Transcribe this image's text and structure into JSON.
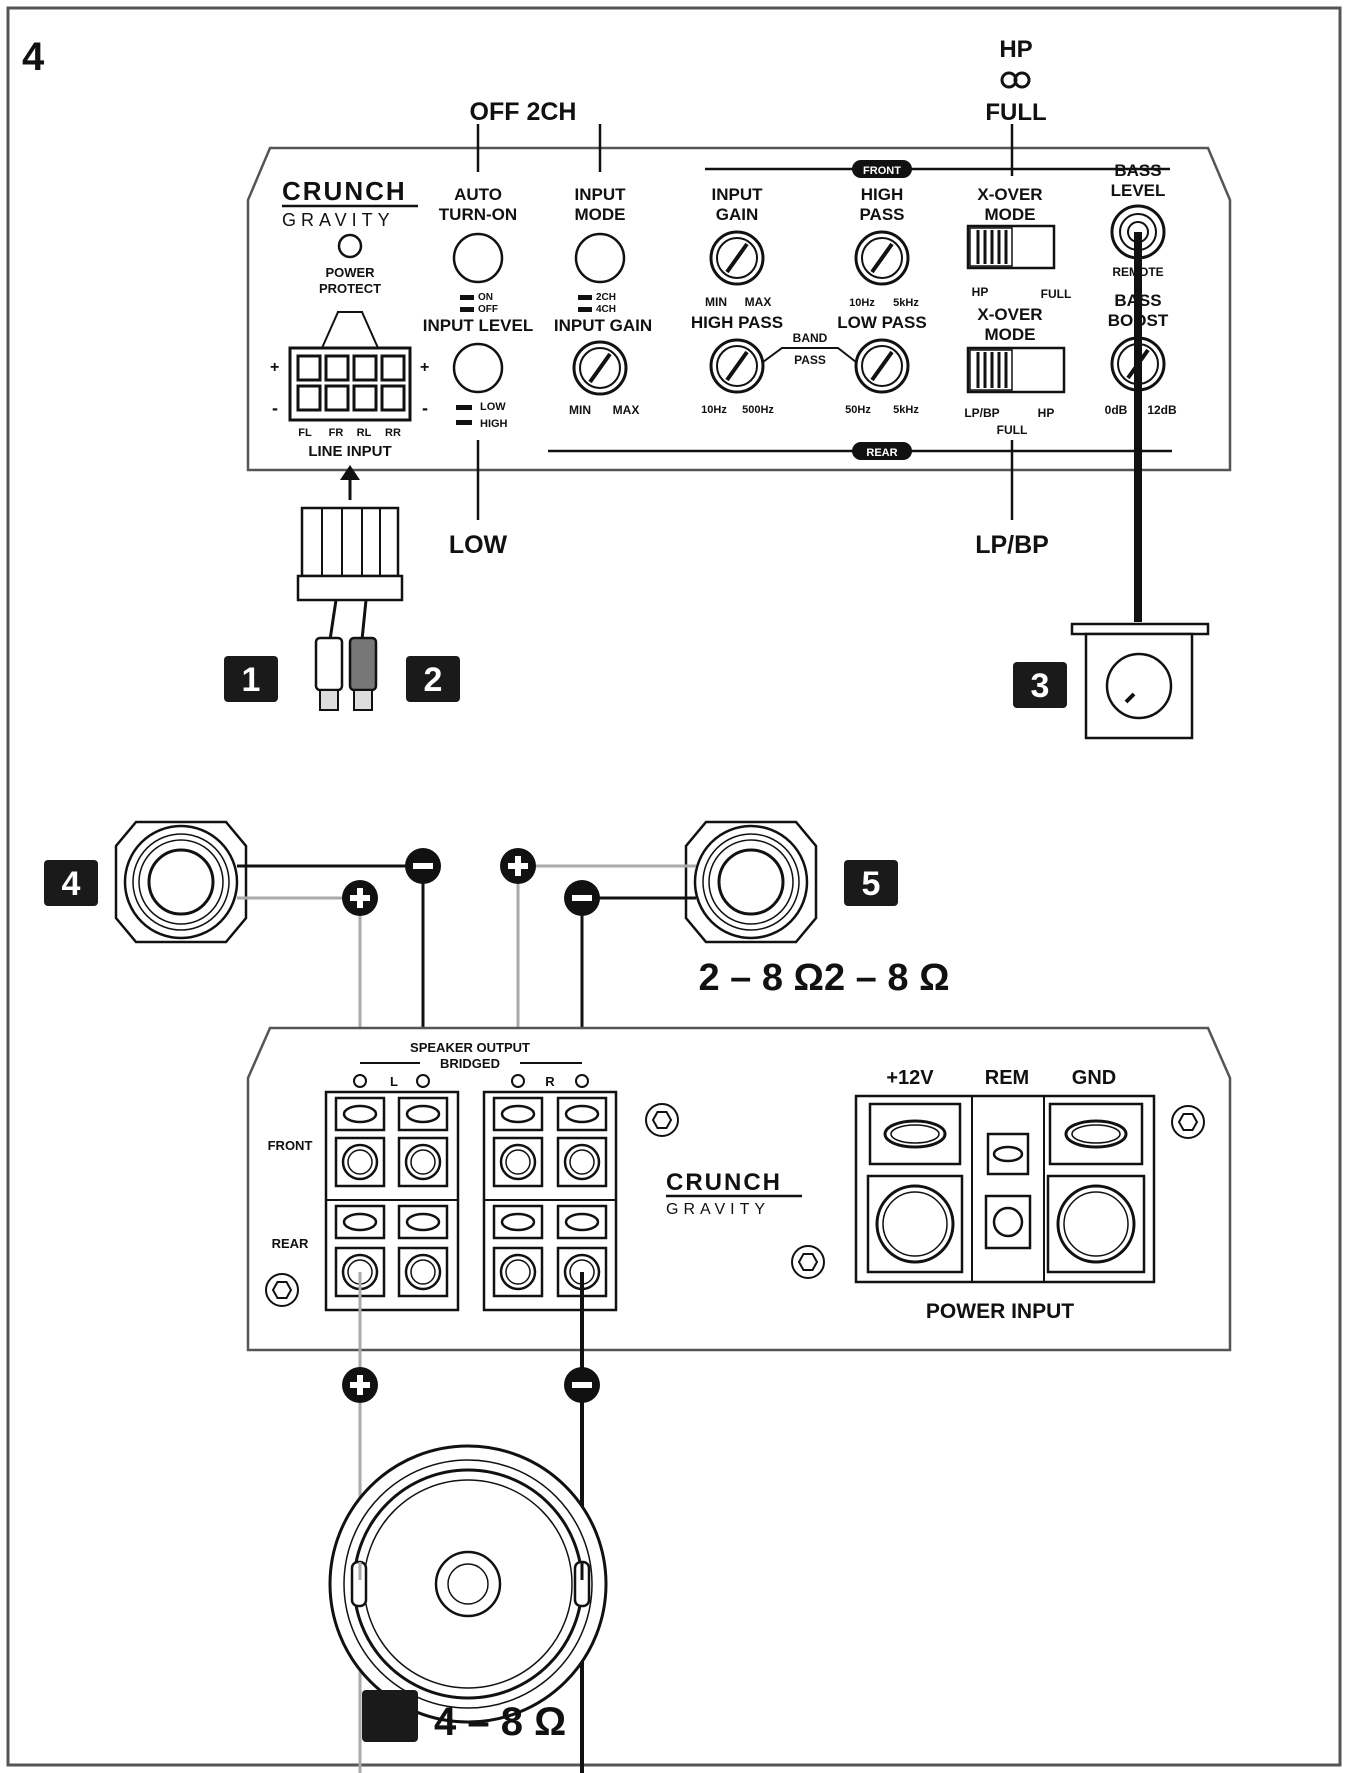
{
  "figure_number": "4",
  "callouts": {
    "off_2ch": "OFF 2CH",
    "hp": "HP",
    "full": "FULL",
    "low": "LOW",
    "lp_bp": "LP/BP"
  },
  "top_panel": {
    "brand": "CRUNCH",
    "sub_brand": "GRAVITY",
    "power_led_label_1": "POWER",
    "power_led_label_2": "PROTECT",
    "line_input_label": "LINE INPUT",
    "line_input_channels": [
      "FL",
      "FR",
      "RL",
      "RR"
    ],
    "auto_turn_on_1": "AUTO",
    "auto_turn_on_2": "TURN-ON",
    "auto_on": "ON",
    "auto_off": "OFF",
    "input_level": "INPUT LEVEL",
    "level_low": "LOW",
    "level_high": "HIGH",
    "input_mode_1": "INPUT",
    "input_mode_2": "MODE",
    "mode_2ch": "2CH",
    "mode_4ch": "4CH",
    "input_gain_low": "INPUT GAIN",
    "gain_min": "MIN",
    "gain_max": "MAX",
    "front_label": "FRONT",
    "rear_label": "REAR",
    "input_gain_1": "INPUT",
    "input_gain_2": "GAIN",
    "high_pass_top_1": "HIGH",
    "high_pass_top_2": "PASS",
    "hp_10hz": "10Hz",
    "hp_5khz": "5kHz",
    "high_pass_rear": "HIGH PASS",
    "low_pass_rear": "LOW PASS",
    "band": "BAND",
    "pass": "PASS",
    "hpr_10hz": "10Hz",
    "hpr_500hz": "500Hz",
    "lpr_50hz": "50Hz",
    "lpr_5khz": "5kHz",
    "xover_1": "X-OVER",
    "xover_2": "MODE",
    "xover_hp": "HP",
    "xover_full": "FULL",
    "xover_lpbp": "LP/BP",
    "bass_level_1": "BASS",
    "bass_level_2": "LEVEL",
    "remote": "REMOTE",
    "bass_boost_1": "BASS",
    "bass_boost_2": "BOOST",
    "boost_0db": "0dB",
    "boost_12db": "12dB",
    "plus": "+",
    "minus": "-"
  },
  "badges": [
    "1",
    "2",
    "3",
    "4",
    "5"
  ],
  "impedance_top": "2 – 8 Ω2 – 8 Ω",
  "impedance_bottom": "4 – 8 Ω",
  "bottom_panel": {
    "speaker_output": "SPEAKER OUTPUT",
    "bridged": "BRIDGED",
    "l": "L",
    "r": "R",
    "front": "FRONT",
    "rear": "REAR",
    "brand": "CRUNCH",
    "sub_brand": "GRAVITY",
    "v12": "+12V",
    "rem": "REM",
    "gnd": "GND",
    "power_input": "POWER INPUT"
  }
}
